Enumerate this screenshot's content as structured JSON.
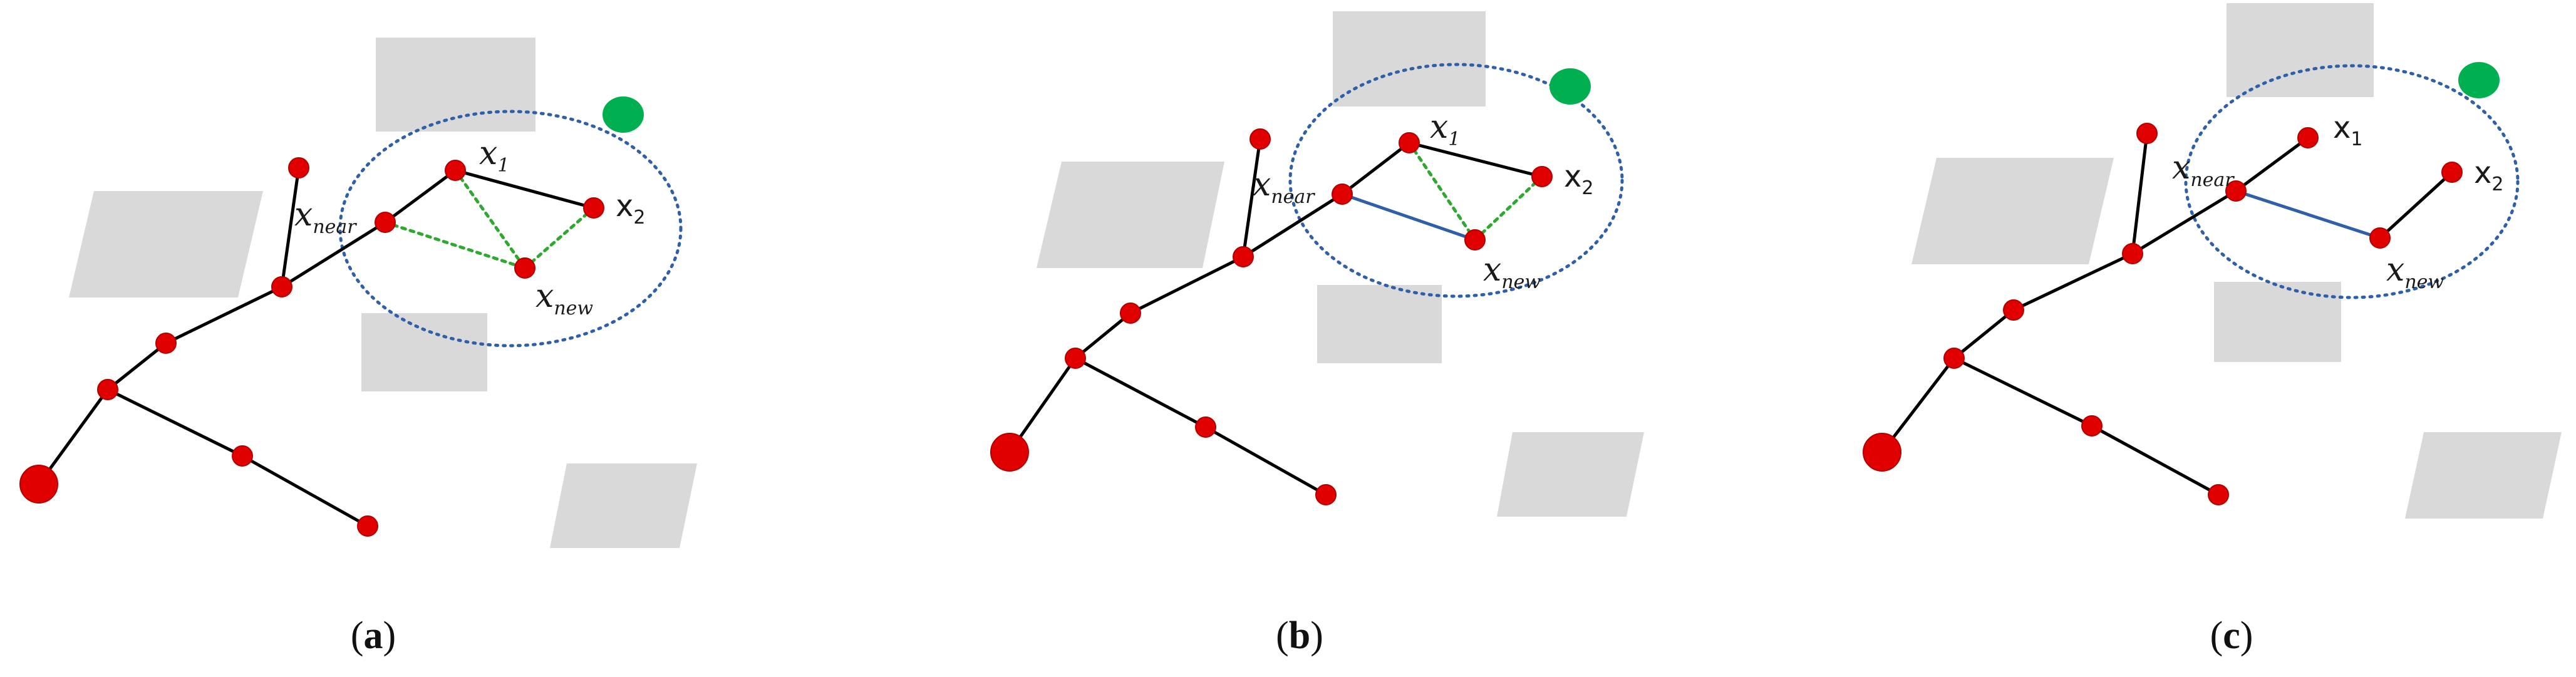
{
  "colors": {
    "obstacle": "#d9d9d9",
    "node": "#e00000",
    "node_outline": "#b40000",
    "edge": "#000000",
    "rewired_edge": "#2e5fa8",
    "candidate_edge": "#2fa82f",
    "neighborhood": "#2e5fa8",
    "goal": "#00b050"
  },
  "labels": {
    "x_near_base": "x",
    "x_near_sub": "near",
    "x_new_base": "x",
    "x_new_sub": "new",
    "x1_base": "x",
    "x1_sub": "1",
    "x2_base": "x",
    "x2_sub": "2"
  },
  "panels": [
    {
      "id": "a",
      "caption_open": "(",
      "caption_letter": "a",
      "caption_close": ")"
    },
    {
      "id": "b",
      "caption_open": "(",
      "caption_letter": "b",
      "caption_close": ")"
    },
    {
      "id": "c",
      "caption_open": "(",
      "caption_letter": "c",
      "caption_close": ")"
    }
  ]
}
